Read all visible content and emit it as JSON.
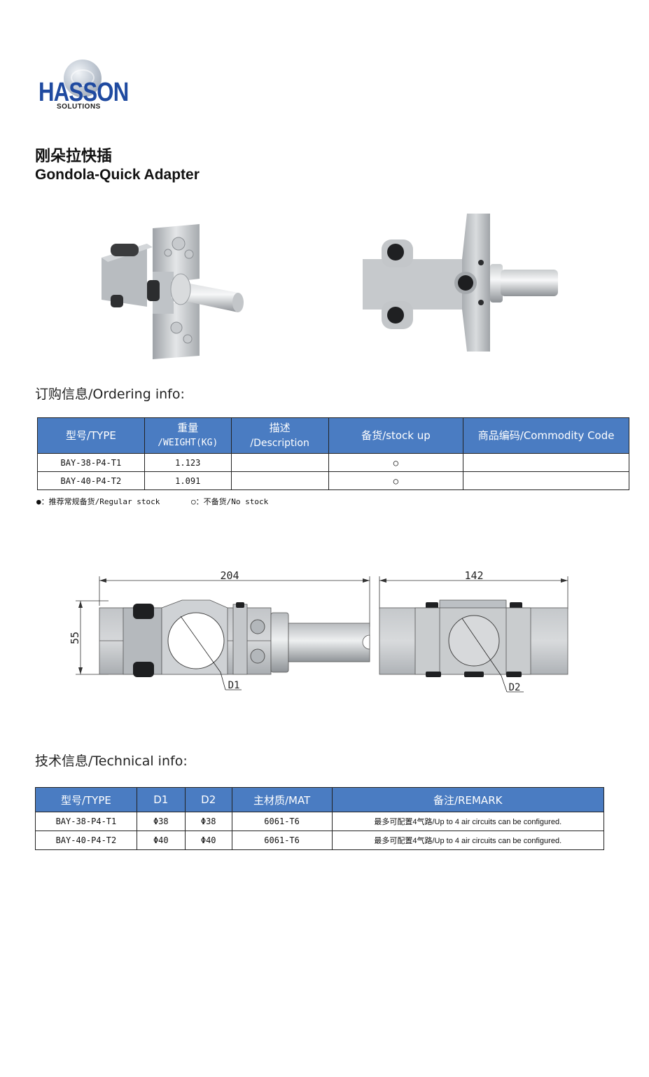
{
  "brand": {
    "name": "HASSON",
    "sub": "SOLUTIONS"
  },
  "title": {
    "cn": "刚朵拉快插",
    "en": "Gondola-Quick Adapter"
  },
  "ordering": {
    "section_title": "订购信息/Ordering info:",
    "headers": [
      "型号/TYPE",
      "重量",
      "/WEIGHT(KG)",
      "描述",
      "/Description",
      "备货/stock up",
      "商品编码/Commodity Code"
    ],
    "rows": [
      {
        "type": "BAY-38-P4-T1",
        "weight": "1.123",
        "description": "",
        "stock": "○",
        "code": ""
      },
      {
        "type": "BAY-40-P4-T2",
        "weight": "1.091",
        "description": "",
        "stock": "○",
        "code": ""
      }
    ],
    "legend_regular": "●：推荐常规备货/Regular stock",
    "legend_none": "○：不备货/No stock"
  },
  "drawing": {
    "length": "204",
    "height": "55",
    "width": "142",
    "d1_label": "D1",
    "d2_label": "D2"
  },
  "technical": {
    "section_title": "技术信息/Technical info:",
    "headers": [
      "型号/TYPE",
      "D1",
      "D2",
      "主材质/MAT",
      "备注/REMARK"
    ],
    "rows": [
      {
        "type": "BAY-38-P4-T1",
        "d1": "Φ38",
        "d2": "Φ38",
        "mat": "6061-T6",
        "remark": "最多可配置4气路/Up to 4 air circuits can be configured."
      },
      {
        "type": "BAY-40-P4-T2",
        "d1": "Φ40",
        "d2": "Φ40",
        "mat": "6061-T6",
        "remark": "最多可配置4气路/Up to 4 air circuits can be configured."
      }
    ]
  },
  "colors": {
    "header_blue": "#4a7cc2",
    "brand_blue": "#1f4aa0"
  }
}
